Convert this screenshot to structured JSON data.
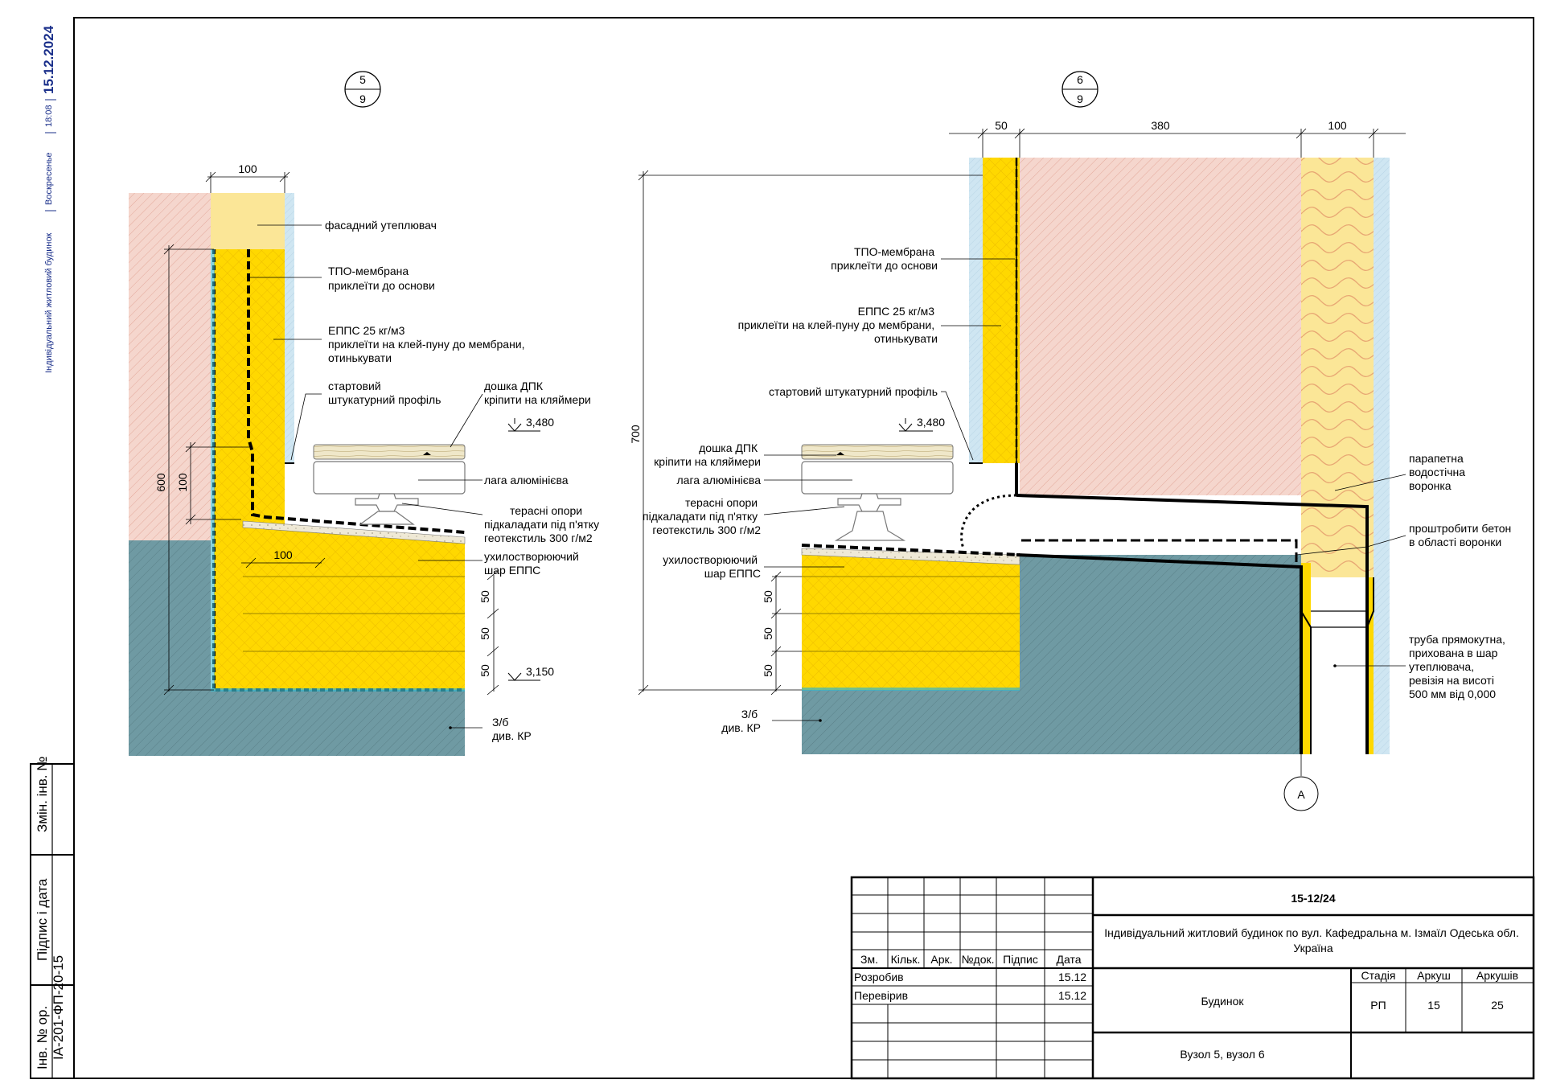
{
  "sidebar": {
    "project": "Індивідуальний житловий будинок",
    "day": "Воскресенье",
    "time": "18:08",
    "date": "15.12.2024"
  },
  "stamp_boxes": {
    "inv_no_zmin": "Змін. інв. №",
    "pidpys_data": "Підпис і дата",
    "inv_no_or": "Інв. № ор.",
    "inv_code": "IA-201-ФП-20-15"
  },
  "detail5": {
    "callout_top": "5",
    "callout_bottom": "9",
    "dims": {
      "width_top": "100",
      "height_total": "600",
      "height_mid": "100",
      "width_bottom": "100",
      "layer1": "50",
      "layer2": "50",
      "layer3": "50"
    },
    "levels": {
      "upper": "3,480",
      "lower": "3,150"
    },
    "labels": {
      "facade_insulation": "фасадний утеплювач",
      "tpo_line1": "ТПО-мембрана",
      "tpo_line2": "приклеїти до основи",
      "epps_line1": "ЕППС 25 кг/м3",
      "epps_line2": "приклеїти на клей-пуну до мембрани,",
      "epps_line3": "отинькувати",
      "profile_line1": "стартовий",
      "profile_line2": "штукатурний профіль",
      "board_line1": "дошка ДПК",
      "board_line2": "кріпити на кляймери",
      "joist": "лага алюмінієва",
      "support_line1": "терасні опори",
      "support_line2": "підкаладати під п'ятку",
      "support_line3": "геотекстиль 300 г/м2",
      "slope_line1": "ухилостворюючий",
      "slope_line2": "шар ЕППС",
      "concrete_line1": "З/б",
      "concrete_line2": "див. КР"
    }
  },
  "detail6": {
    "callout_top": "6",
    "callout_bottom": "9",
    "dims": {
      "w1": "50",
      "w2": "380",
      "w3": "100",
      "height_total": "700",
      "layer1": "50",
      "layer2": "50",
      "layer3": "50"
    },
    "levels": {
      "upper": "3,480"
    },
    "axis": "А",
    "labels": {
      "tpo_line1": "ТПО-мембрана",
      "tpo_line2": "приклеїти до основи",
      "epps_line1": "ЕППС 25 кг/м3",
      "epps_line2": "приклеїти на клей-пуну до мембрани,",
      "epps_line3": "отинькувати",
      "profile": "стартовий штукатурний профіль",
      "board_line1": "дошка ДПК",
      "board_line2": "кріпити на кляймери",
      "joist": "лага алюмінієва",
      "support_line1": "терасні опори",
      "support_line2": "підкаладати під п'ятку",
      "support_line3": "геотекстиль 300 г/м2",
      "slope_line1": "ухилостворюючий",
      "slope_line2": "шар ЕППС",
      "concrete_line1": "З/б",
      "concrete_line2": "див. КР",
      "funnel_line1": "парапетна",
      "funnel_line2": "водостічна",
      "funnel_line3": "воронка",
      "drill_line1": "проштробити бетон",
      "drill_line2": "в області воронки",
      "pipe_line1": "труба прямокутна,",
      "pipe_line2": "прихована в шар",
      "pipe_line3": "утеплювача,",
      "pipe_line4": "ревізія на висоті",
      "pipe_line5": "500 мм від 0,000"
    }
  },
  "title_block": {
    "doc_code": "15-12/24",
    "project_line1": "Індивідуальний житловий будинок по вул. Кафедральна м. Ізмаїл Одеська обл.",
    "project_line2": "Україна",
    "headers": {
      "zm": "Зм.",
      "kilk": "Кільк.",
      "ark": "Арк.",
      "ndok": "№док.",
      "pidpys": "Підпис",
      "data": "Дата"
    },
    "developed_label": "Розробив",
    "developed_date": "15.12",
    "checked_label": "Перевірив",
    "checked_date": "15.12",
    "building": "Будинок",
    "stage_header": "Стадія",
    "sheet_header": "Аркуш",
    "sheets_header": "Аркушів",
    "stage": "РП",
    "sheet": "15",
    "sheets": "25",
    "sheet_title": "Вузол 5, вузол 6"
  }
}
